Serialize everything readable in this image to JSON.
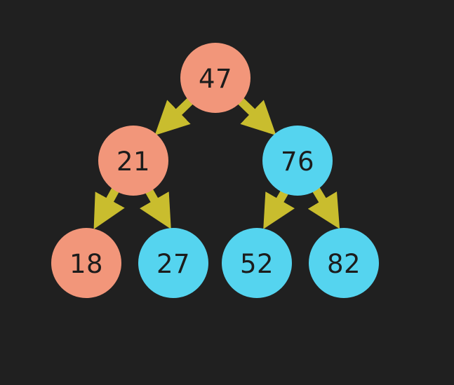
{
  "colors": {
    "background": "#202020",
    "arrow": "#c9bd2e",
    "node_left_subtree": "#f2967a",
    "node_right_subtree": "#55d4ef",
    "text": "#1c1c1c"
  },
  "tree": {
    "root": "47",
    "left": "21",
    "right": "76",
    "left_left": "18",
    "left_right": "27",
    "right_left": "52",
    "right_right": "82"
  }
}
